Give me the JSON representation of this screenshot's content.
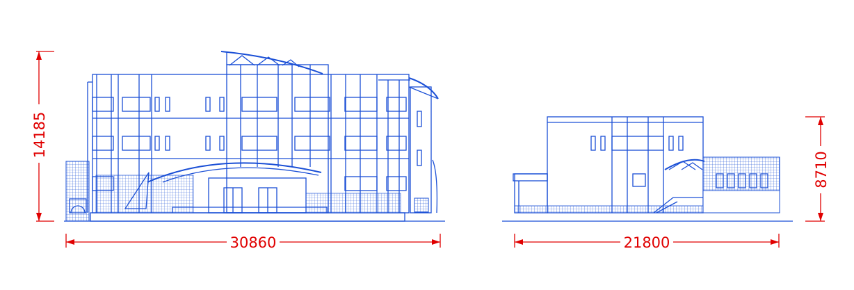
{
  "dimensions": {
    "front_height": "14185",
    "front_width": "30860",
    "side_width": "21800",
    "side_height": "8710"
  },
  "colors": {
    "linework": "#1a4fd6",
    "dimension": "#e00000",
    "background": "#ffffff"
  }
}
